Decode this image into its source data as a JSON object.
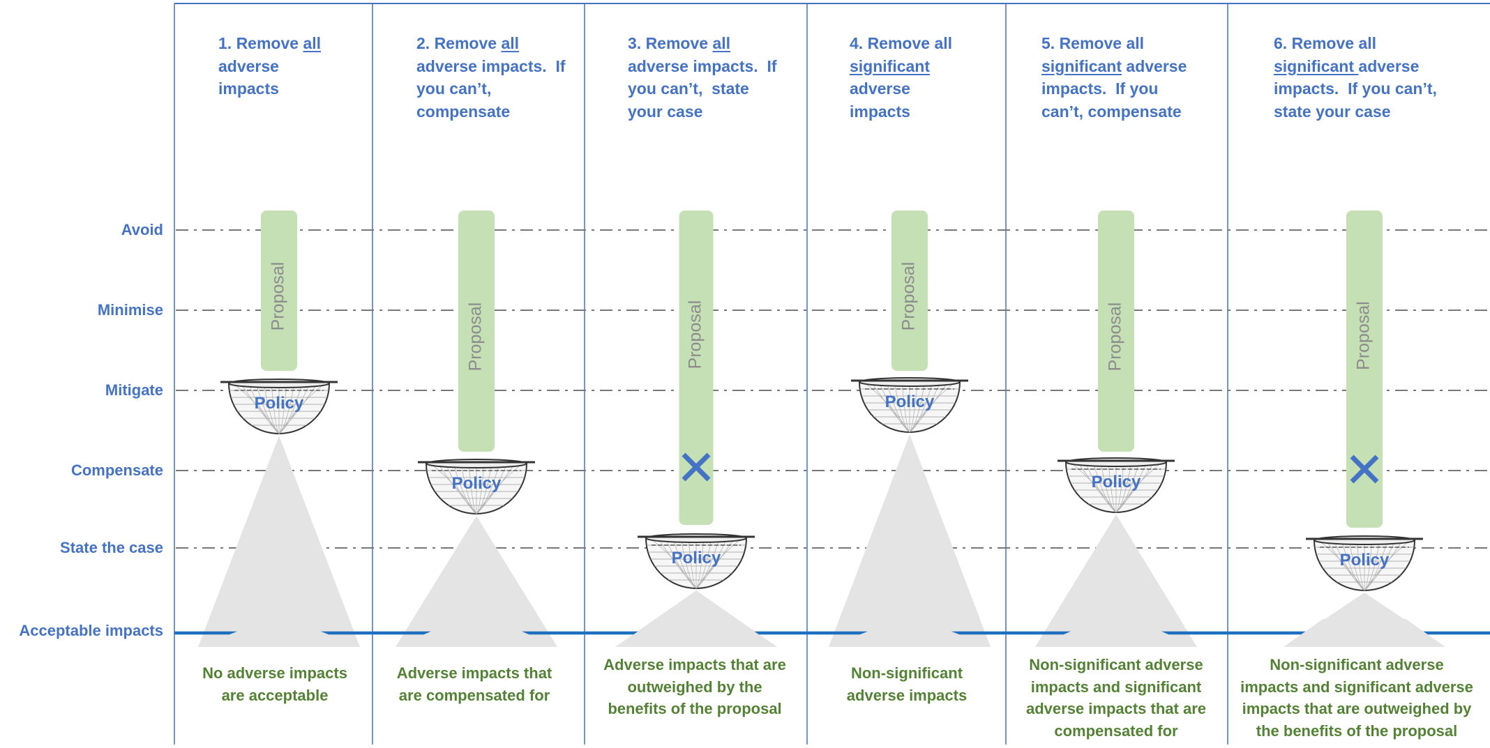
{
  "levels": [
    "Avoid",
    "Minimise",
    "Mitigate",
    "Compensate",
    "State the case",
    "Acceptable impacts"
  ],
  "proposal_label": "Proposal",
  "policy_label": "Policy",
  "columns": [
    {
      "heading_lines": [
        [
          {
            "t": "1. Remove "
          },
          {
            "t": "all",
            "u": true
          }
        ],
        [
          {
            "t": "adverse"
          }
        ],
        [
          {
            "t": "impacts"
          }
        ]
      ],
      "outcome_lines": [
        "No adverse impacts",
        "are acceptable"
      ],
      "rejected": false
    },
    {
      "heading_lines": [
        [
          {
            "t": "2. Remove "
          },
          {
            "t": "all",
            "u": true
          }
        ],
        [
          {
            "t": "adverse impacts.  If"
          }
        ],
        [
          {
            "t": "you can’t,"
          }
        ],
        [
          {
            "t": "compensate"
          }
        ]
      ],
      "outcome_lines": [
        "Adverse impacts that",
        "are compensated for"
      ],
      "rejected": false
    },
    {
      "heading_lines": [
        [
          {
            "t": "3. Remove "
          },
          {
            "t": "all",
            "u": true
          }
        ],
        [
          {
            "t": "adverse impacts.  If"
          }
        ],
        [
          {
            "t": "you can’t,  state"
          }
        ],
        [
          {
            "t": "your case"
          }
        ]
      ],
      "outcome_lines": [
        "Adverse impacts that are",
        "outweighed by the",
        "benefits of the proposal"
      ],
      "rejected": true
    },
    {
      "heading_lines": [
        [
          {
            "t": "4. Remove all"
          }
        ],
        [
          {
            "t": "significant",
            "u": true
          }
        ],
        [
          {
            "t": "adverse"
          }
        ],
        [
          {
            "t": "impacts"
          }
        ]
      ],
      "outcome_lines": [
        "Non-significant",
        "adverse impacts"
      ],
      "rejected": false
    },
    {
      "heading_lines": [
        [
          {
            "t": "5. Remove all"
          }
        ],
        [
          {
            "t": "significant",
            "u": true
          },
          {
            "t": " adverse"
          }
        ],
        [
          {
            "t": "impacts.  If you"
          }
        ],
        [
          {
            "t": "can’t, compensate"
          }
        ]
      ],
      "outcome_lines": [
        "Non-significant adverse",
        "impacts and significant",
        "adverse impacts that are",
        "compensated for"
      ],
      "rejected": false
    },
    {
      "heading_lines": [
        [
          {
            "t": "6. Remove all"
          }
        ],
        [
          {
            "t": "significant ",
            "u": true
          },
          {
            "t": "adverse"
          }
        ],
        [
          {
            "t": "impacts.  If you can’t,"
          }
        ],
        [
          {
            "t": "state your case"
          }
        ]
      ],
      "outcome_lines": [
        "Non-significant adverse",
        "impacts and significant adverse",
        "impacts that are outweighed by",
        "the benefits of the proposal"
      ],
      "rejected": true
    }
  ],
  "colors": {
    "heading": "#4472c4",
    "outcome": "#548235",
    "proposal_fill": "#c5e0b4",
    "proposal_text": "#8c8c8c",
    "triangle": "#e4e4e4",
    "baseline": "#1f6fbf",
    "dash": "#777777",
    "divider": "#4472c4",
    "cross": "#4472c4"
  }
}
